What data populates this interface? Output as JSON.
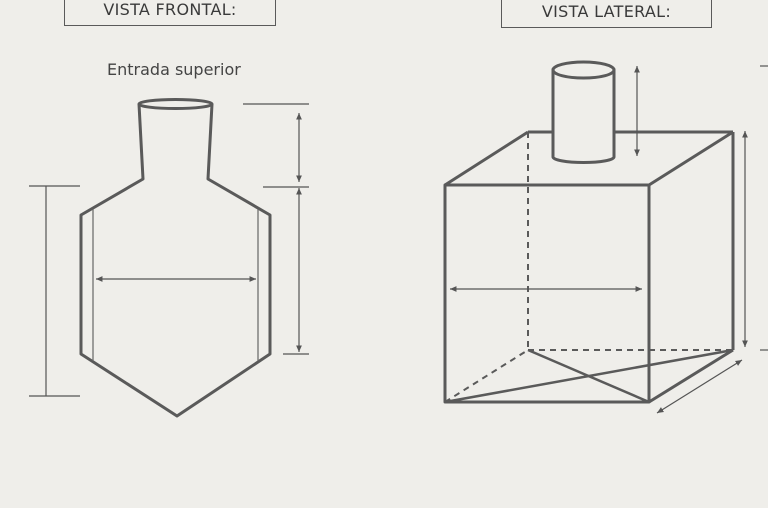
{
  "front_view": {
    "title": "VISTA FRONTAL:",
    "caption": "Entrada superior"
  },
  "side_view": {
    "title": "VISTA LATERAL:"
  },
  "colors": {
    "background": "#efeeea",
    "outline": "#5a5a5a",
    "dimension_line": "#555555"
  }
}
